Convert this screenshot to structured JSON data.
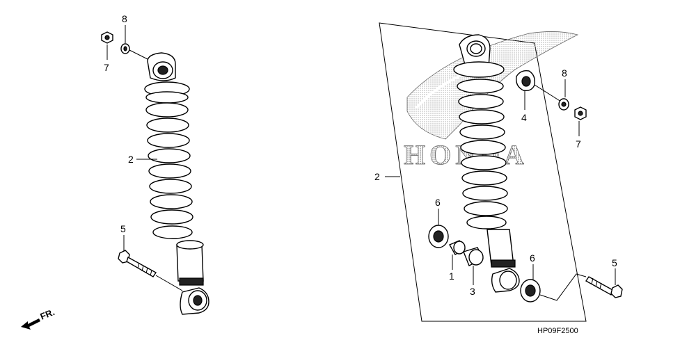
{
  "diagram": {
    "part_number": "HP09F2500",
    "direction_label": "FR.",
    "watermark": "HONDA",
    "callouts": [
      {
        "id": "l8",
        "text": "8"
      },
      {
        "id": "l7",
        "text": "7"
      },
      {
        "id": "l2",
        "text": "2"
      },
      {
        "id": "l5",
        "text": "5"
      },
      {
        "id": "r2",
        "text": "2"
      },
      {
        "id": "r8",
        "text": "8"
      },
      {
        "id": "r4",
        "text": "4"
      },
      {
        "id": "r7",
        "text": "7"
      },
      {
        "id": "r6a",
        "text": "6"
      },
      {
        "id": "r1",
        "text": "1"
      },
      {
        "id": "r3",
        "text": "3"
      },
      {
        "id": "r6b",
        "text": "6"
      },
      {
        "id": "r5",
        "text": "5"
      }
    ]
  }
}
